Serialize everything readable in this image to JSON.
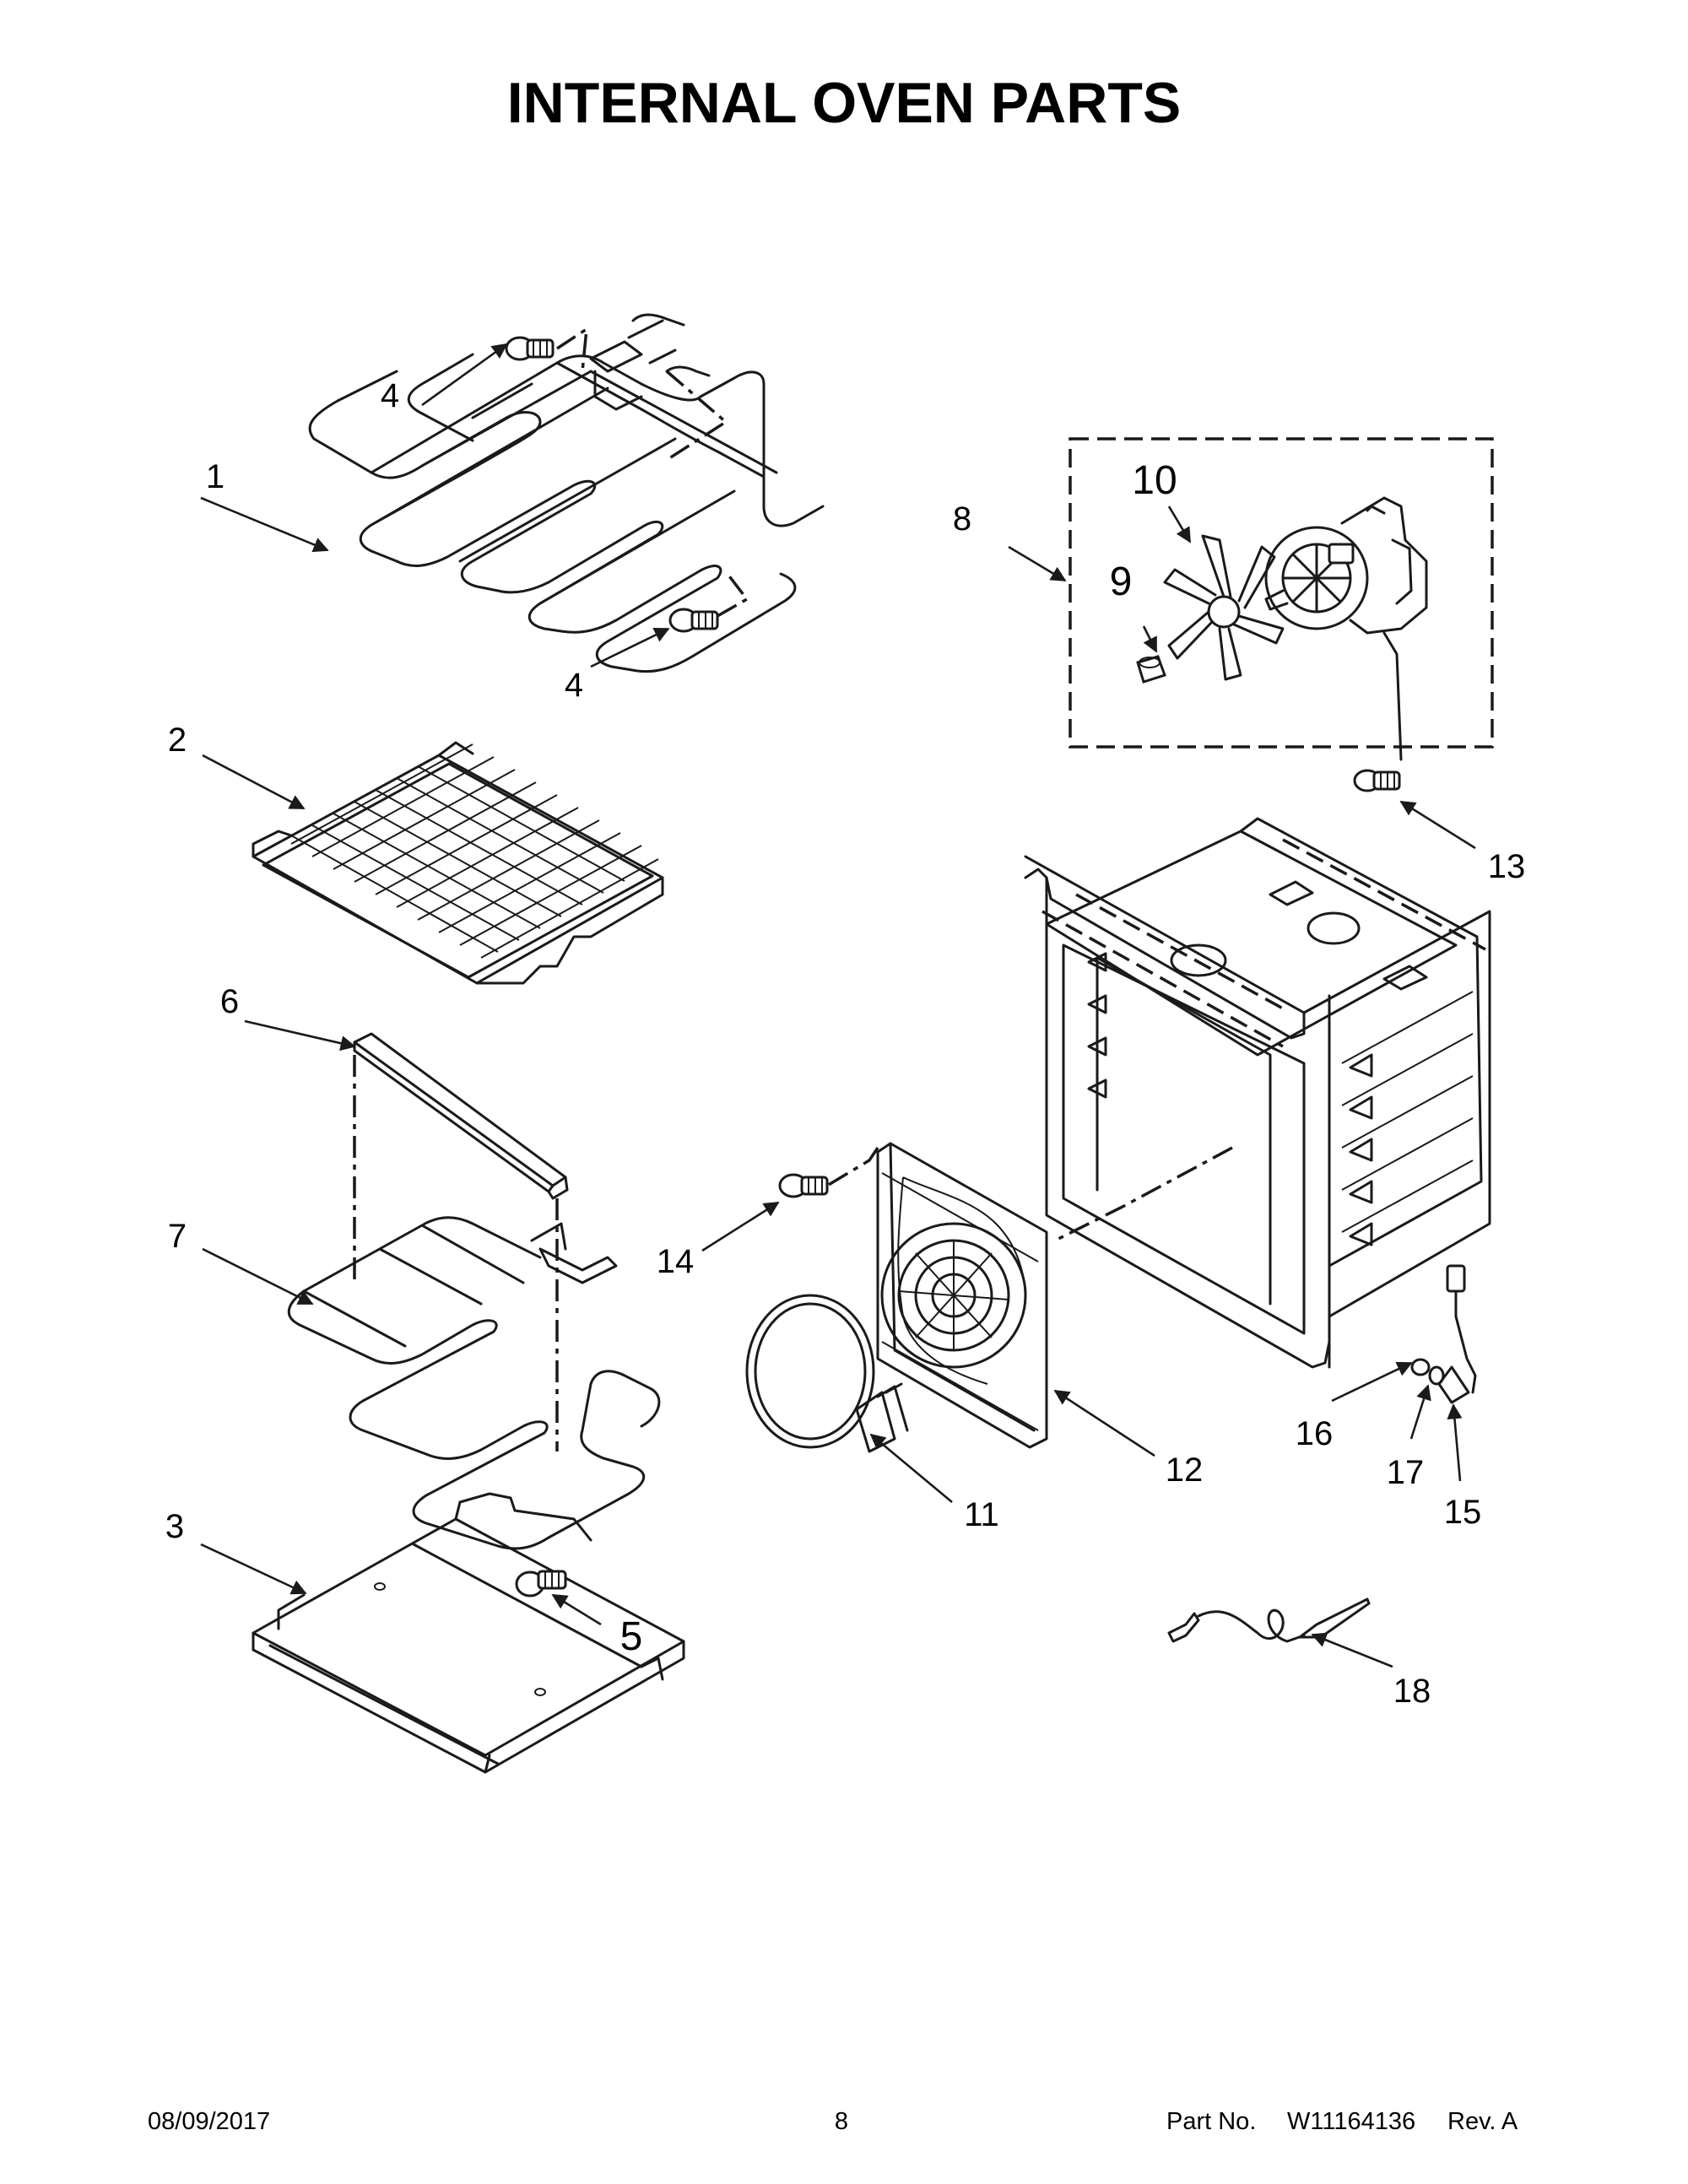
{
  "title": "INTERNAL OVEN PARTS",
  "callouts": {
    "c1": "1",
    "c2": "2",
    "c3": "3",
    "c4a": "4",
    "c4b": "4",
    "c5": "5",
    "c6": "6",
    "c7": "7",
    "c8": "8",
    "c9": "9",
    "c10": "10",
    "c11": "11",
    "c12": "12",
    "c13": "13",
    "c14": "14",
    "c15": "15",
    "c16": "16",
    "c17": "17",
    "c18": "18"
  },
  "footer": {
    "date": "08/09/2017",
    "page": "8",
    "part_label": "Part No.",
    "part_number": "W11164136",
    "rev": "Rev. A"
  }
}
